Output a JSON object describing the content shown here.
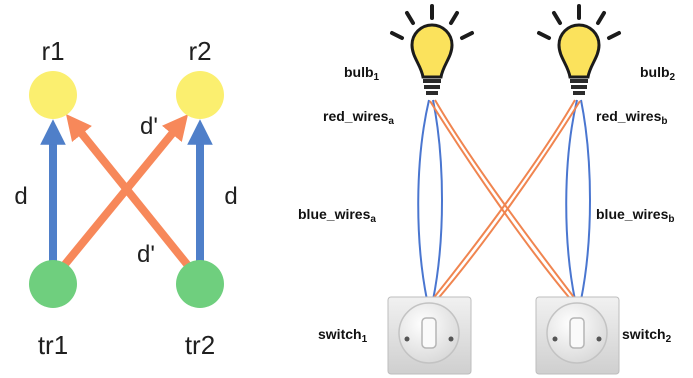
{
  "graph": {
    "nodes": {
      "r1": "r1",
      "r2": "r2",
      "tr1": "tr1",
      "tr2": "tr2"
    },
    "edge_labels": {
      "left_vertical": "d",
      "right_vertical": "d",
      "cross_upper": "d'",
      "cross_lower": "d'"
    },
    "colors": {
      "receiver_node": "#fbef6f",
      "transmitter_node": "#6fcf7e",
      "direct_edge": "#4f7fc9",
      "cross_edge": "#f7885a"
    }
  },
  "circuit": {
    "bulb_left": {
      "base": "bulb",
      "sub": "1"
    },
    "bulb_right": {
      "base": "bulb",
      "sub": "2"
    },
    "red_wires_left": {
      "base": "red_wires",
      "sub": "a"
    },
    "red_wires_right": {
      "base": "red_wires",
      "sub": "b"
    },
    "blue_wires_left": {
      "base": "blue_wires",
      "sub": "a"
    },
    "blue_wires_right": {
      "base": "blue_wires",
      "sub": "b"
    },
    "switch_left": {
      "base": "switch",
      "sub": "1"
    },
    "switch_right": {
      "base": "switch",
      "sub": "2"
    },
    "colors": {
      "bulb_glass": "#fbe25c",
      "blue_wire": "#4a76d0",
      "orange_wire": "#f08550",
      "switch_plate": "#e4e4e4"
    },
    "icons": [
      "lightbulb-icon",
      "lightbulb-icon",
      "wall-switch-icon",
      "wall-switch-icon"
    ]
  }
}
